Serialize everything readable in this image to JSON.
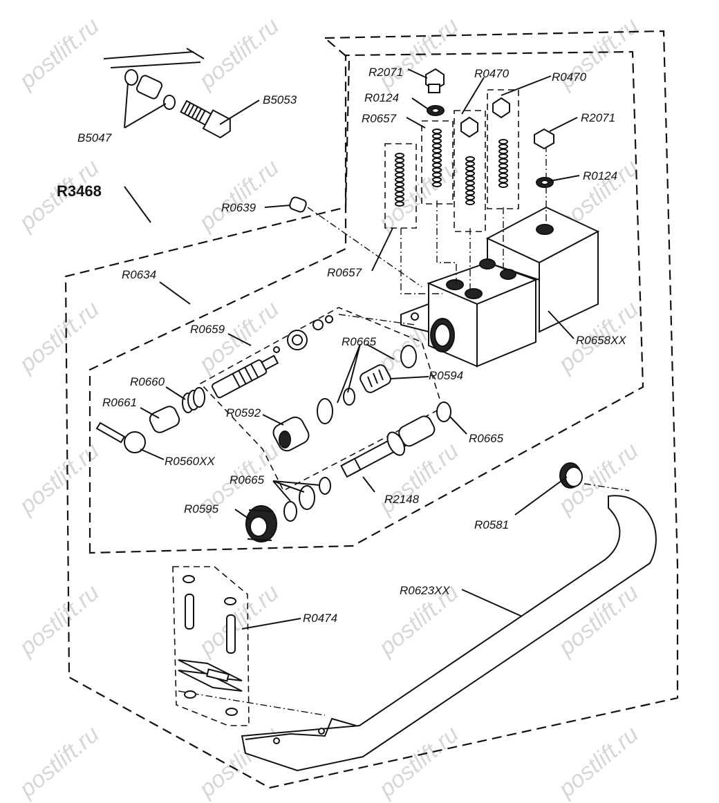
{
  "watermark": "postlift.ru",
  "assembly": "R3468",
  "labels": {
    "b5047": "B5047",
    "b5053": "B5053",
    "r3468": "R3468",
    "r0639": "R0639",
    "r0634": "R0634",
    "r0659": "R0659",
    "r0660": "R0660",
    "r0661": "R0661",
    "r0560xx": "R0560XX",
    "r0592": "R0592",
    "r0665_a": "R0665",
    "r0594": "R0594",
    "r0665_b": "R0665",
    "r0665_c": "R0665",
    "r2148": "R2148",
    "r0595": "R0595",
    "r0581": "R0581",
    "r0623xx": "R0623XX",
    "r0474": "R0474",
    "r2071_a": "R2071",
    "r0124_a": "R0124",
    "r0657_a": "R0657",
    "r0470_a": "R0470",
    "r0470_b": "R0470",
    "r2071_b": "R2071",
    "r0124_b": "R0124",
    "r0657_b": "R0657",
    "r0658xx": "R0658XX"
  }
}
